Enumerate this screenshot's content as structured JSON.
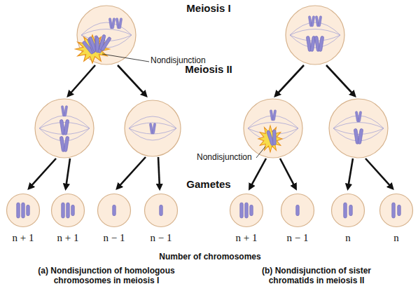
{
  "diagram": {
    "nodes": [
      {
        "text": [
          "n + 1"
        ]
      },
      {
        "text": [
          "n + 1"
        ]
      },
      {
        "text": [
          "n − 1"
        ]
      },
      {
        "text": [
          "n − 1"
        ]
      },
      {
        "text": [
          "n + 1"
        ]
      },
      {
        "text": [
          "n − 1"
        ]
      },
      {
        "text": [
          "n"
        ]
      },
      {
        "text": [
          "n"
        ]
      }
    ],
    "labels": [
      "Meiosis I",
      "Nondisjunction",
      "Meiosis II",
      "Nondisjunction",
      "Gametes",
      "Number of chromosomes",
      "(a) Nondisjunction of homologous chromosomes in meiosis I",
      "(b) Nondisjunction of sister chromatids in meiosis II"
    ]
  }
}
